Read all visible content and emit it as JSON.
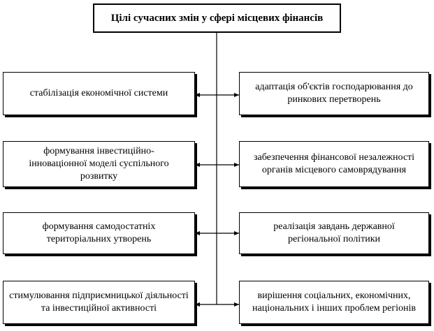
{
  "title": "Цілі сучасних змін у сфері місцевих фінансів",
  "left_goals": [
    "стабілізація економічної системи",
    "формування  інвестиційно-інноваціонної моделі суспільного розвитку",
    "формування  самодостатніх територіальних утворень",
    "стимулювання підприємницької діяльності та інвестиційної активності"
  ],
  "right_goals": [
    "адаптація  об'єктів господарювання до ринкових перетворень",
    "забезпечення фінансової незалежності органів місцевого самоврядування",
    "реалізація завдань державної регіональної політики",
    "вирішення соціальних, економічних, національних і інших проблем регіонів"
  ]
}
